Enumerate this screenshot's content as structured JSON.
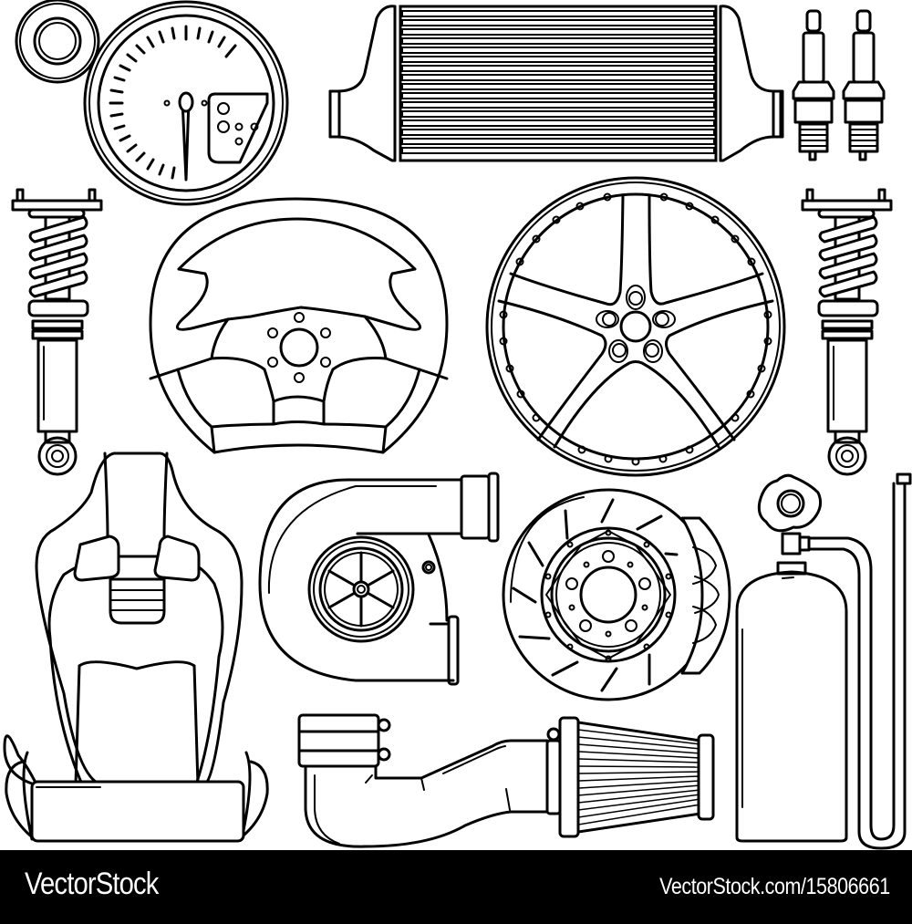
{
  "illustration": {
    "style": "black line-art on white",
    "colors": {
      "background": "#ffffff",
      "stroke": "#000000",
      "footer_background": "#000000",
      "footer_text": "#ffffff"
    },
    "items": [
      {
        "name": "small-gauge",
        "label": "Small gauge"
      },
      {
        "name": "tachometer",
        "label": "Tachometer"
      },
      {
        "name": "intercooler",
        "label": "Intercooler"
      },
      {
        "name": "spark-plugs",
        "label": "Spark plugs",
        "count": 2
      },
      {
        "name": "coilover-left",
        "label": "Coilover shock absorber"
      },
      {
        "name": "steering-wheel",
        "label": "Steering wheel"
      },
      {
        "name": "alloy-wheel",
        "label": "Five-spoke alloy wheel"
      },
      {
        "name": "coilover-right",
        "label": "Coilover shock absorber"
      },
      {
        "name": "racing-seat",
        "label": "Racing bucket seat"
      },
      {
        "name": "turbocharger",
        "label": "Turbocharger"
      },
      {
        "name": "brake-disc",
        "label": "Slotted brake disc with caliper"
      },
      {
        "name": "nitrous-bottle",
        "label": "Nitrous oxide bottle with line"
      },
      {
        "name": "cold-air-intake",
        "label": "Cold air intake with cone filter"
      }
    ]
  },
  "footer": {
    "brand": "VectorStock",
    "reference": "VectorStock.com/15806661"
  }
}
